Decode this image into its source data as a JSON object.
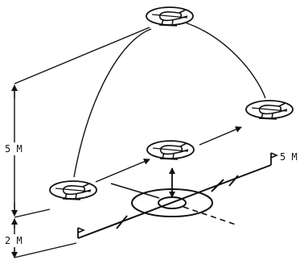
{
  "labels": {
    "height_upper": "5 M",
    "height_lower": "2 M",
    "flag_distance": "5 M"
  }
}
